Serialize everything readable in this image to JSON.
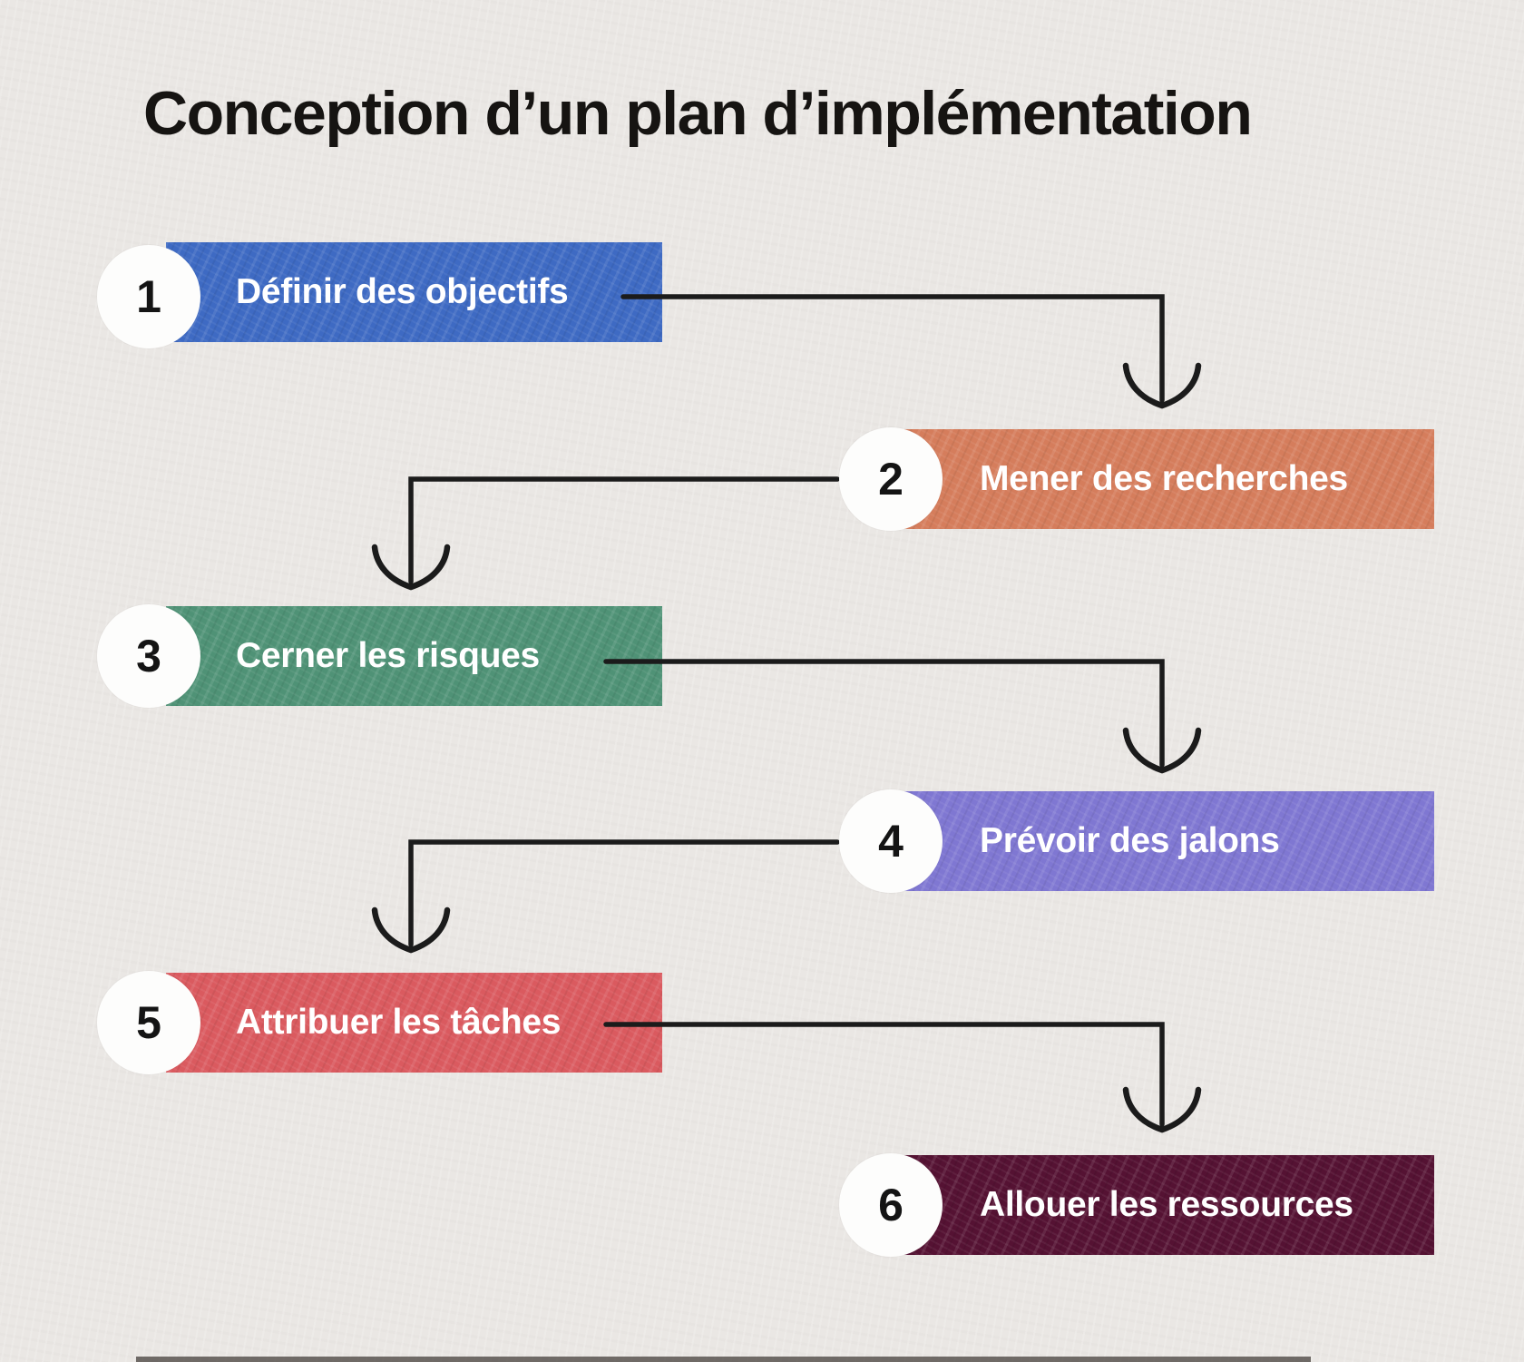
{
  "title": "Conception d’un plan d’implémentation",
  "colors": {
    "background": "#EAE7E4",
    "line": "#1b1b1b",
    "circle_fill": "#FDFDFC",
    "number_text": "#141414",
    "label_text": "#FFFFFF",
    "title_text": "#161412"
  },
  "steps": [
    {
      "number": "1",
      "label": "Définir des objectifs",
      "color": "#3E6AC3"
    },
    {
      "number": "2",
      "label": "Mener des recherches",
      "color": "#D57D5C"
    },
    {
      "number": "3",
      "label": "Cerner les risques",
      "color": "#4F9276"
    },
    {
      "number": "4",
      "label": "Prévoir des jalons",
      "color": "#7F77D2"
    },
    {
      "number": "5",
      "label": "Attribuer les tâches",
      "color": "#DA5A5F"
    },
    {
      "number": "6",
      "label": "Allouer les ressources",
      "color": "#551233"
    }
  ],
  "connections": [
    {
      "from": "1",
      "to": "2"
    },
    {
      "from": "2",
      "to": "3"
    },
    {
      "from": "3",
      "to": "4"
    },
    {
      "from": "4",
      "to": "5"
    },
    {
      "from": "5",
      "to": "6"
    }
  ]
}
